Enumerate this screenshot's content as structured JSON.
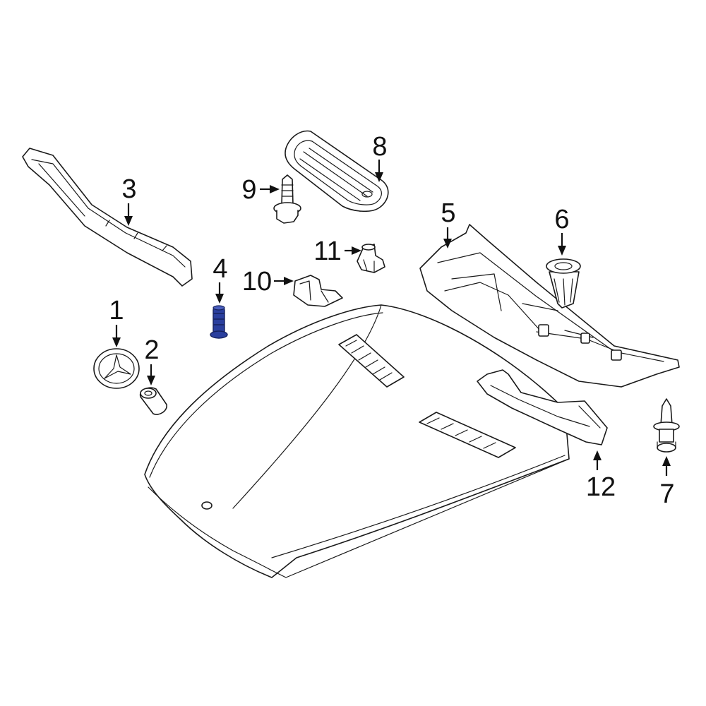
{
  "diagram": {
    "callouts": [
      {
        "label": "1"
      },
      {
        "label": "2"
      },
      {
        "label": "3"
      },
      {
        "label": "4"
      },
      {
        "label": "5"
      },
      {
        "label": "6"
      },
      {
        "label": "7"
      },
      {
        "label": "8"
      },
      {
        "label": "9"
      },
      {
        "label": "10"
      },
      {
        "label": "11"
      },
      {
        "label": "12"
      }
    ],
    "colors": {
      "line": "#1a1a1a",
      "highlight_part": "#2a3f9e",
      "highlight_part_dark": "#16225e",
      "background": "#ffffff"
    }
  }
}
